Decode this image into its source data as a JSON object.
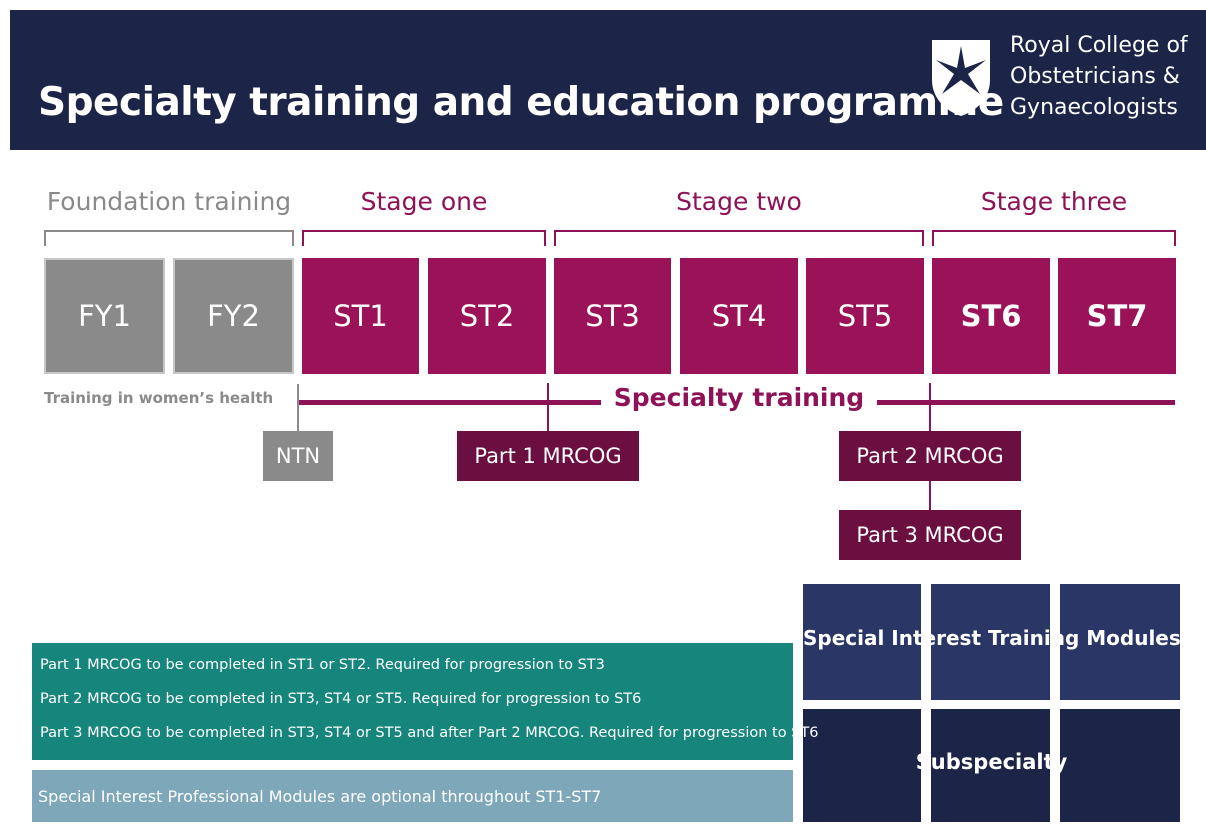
{
  "header": {
    "title": "Specialty training and education programme",
    "org_line1": "Royal College of",
    "org_line2": "Obstetricians &",
    "org_line3": "Gynaecologists",
    "logo_icon": "star-shield-logo-icon"
  },
  "stages": {
    "foundation": "Foundation training",
    "one": "Stage one",
    "two": "Stage two",
    "three": "Stage three"
  },
  "years": {
    "fy1": "FY1",
    "fy2": "FY2",
    "st1": "ST1",
    "st2": "ST2",
    "st3": "ST3",
    "st4": "ST4",
    "st5": "ST5",
    "st6": "ST6",
    "st7": "ST7"
  },
  "timeline": {
    "womens_health": "Training in women’s health",
    "specialty_training": "Specialty training"
  },
  "milestones": {
    "ntn": "NTN",
    "part1": "Part 1 MRCOG",
    "part2": "Part 2 MRCOG",
    "part3": "Part 3 MRCOG"
  },
  "modules": {
    "special_interest": "Special Interest Training Modules",
    "subspecialty": "Subspecialty"
  },
  "notes": {
    "note1": "Part 1 MRCOG to be completed in ST1 or ST2. Required for progression to ST3",
    "note2": "Part 2 MRCOG to be completed in ST3, ST4 or ST5. Required for progression to ST6",
    "note3": "Part 3 MRCOG to be completed in ST3, ST4 or ST5 and after Part 2 MRCOG. Required for progression to ST6",
    "optional": "Special Interest Professional Modules are optional throughout ST1-ST7"
  },
  "colors": {
    "navy": "#1c2447",
    "plum": "#9a1358",
    "dark_plum": "#6b0f40",
    "gray": "#8a8a8a",
    "teal": "#16857c",
    "light_blue": "#7ea7b9"
  }
}
